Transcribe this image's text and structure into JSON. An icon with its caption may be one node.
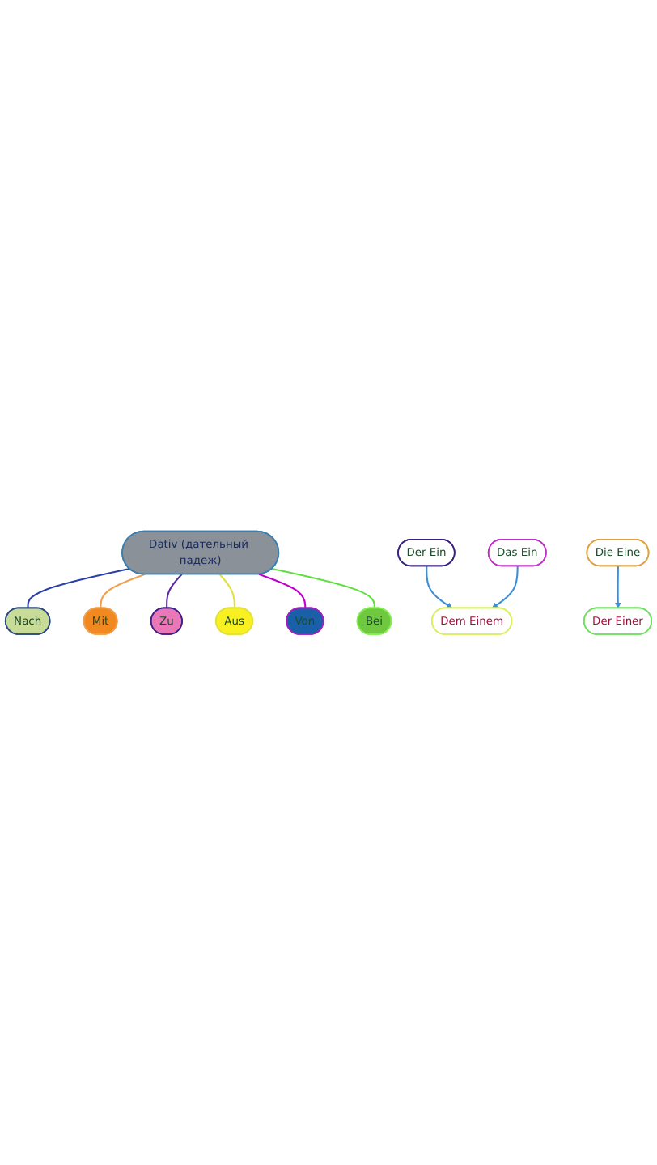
{
  "diagram": {
    "nodes": [
      {
        "text": [
          "Dativ (дательный падеж)"
        ]
      },
      {
        "text": [
          "Nach"
        ]
      },
      {
        "text": [
          "Mit"
        ]
      },
      {
        "text": [
          "Zu"
        ]
      },
      {
        "text": [
          "Aus"
        ]
      },
      {
        "text": [
          "Von"
        ]
      },
      {
        "text": [
          "Bei"
        ]
      },
      {
        "text": [
          "Der Ein"
        ]
      },
      {
        "text": [
          "Das Ein"
        ]
      },
      {
        "text": [
          "Dem Einem"
        ]
      },
      {
        "text": [
          "Die Eine"
        ]
      },
      {
        "text": [
          "Der Einer"
        ]
      }
    ],
    "edges": [
      {
        "from": 0,
        "to": 1,
        "arrow": "none",
        "color": "#2a3fa8"
      },
      {
        "from": 0,
        "to": 2,
        "arrow": "none",
        "color": "#f0a050"
      },
      {
        "from": 0,
        "to": 3,
        "arrow": "none",
        "color": "#5b2aa0"
      },
      {
        "from": 0,
        "to": 4,
        "arrow": "none",
        "color": "#e0e040"
      },
      {
        "from": 0,
        "to": 5,
        "arrow": "none",
        "color": "#c000d0"
      },
      {
        "from": 0,
        "to": 6,
        "arrow": "none",
        "color": "#60e040"
      },
      {
        "from": 7,
        "to": 9,
        "arrow": "to",
        "color": "#3a8fd8"
      },
      {
        "from": 8,
        "to": 9,
        "arrow": "to",
        "color": "#3a8fd8"
      },
      {
        "from": 10,
        "to": 11,
        "arrow": "to",
        "color": "#3a8fd8"
      }
    ]
  }
}
